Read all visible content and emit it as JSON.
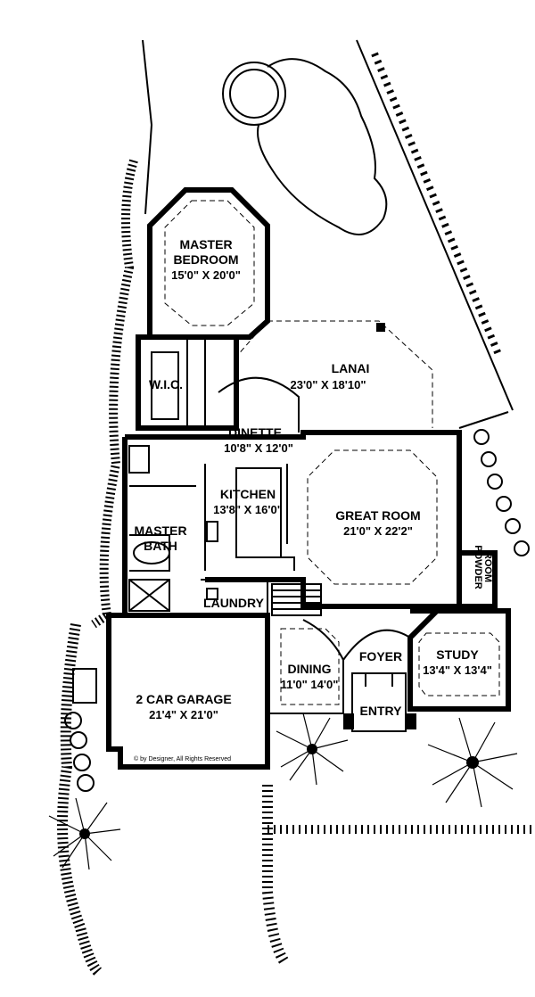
{
  "colors": {
    "ink": "#000000",
    "paper": "#ffffff"
  },
  "rooms": {
    "master_bedroom": {
      "name_line1": "MASTER",
      "name_line2": "BEDROOM",
      "dims": "15'0\" X 20'0\""
    },
    "lanai": {
      "name": "LANAI",
      "dims": "23'0\" X 18'10\""
    },
    "wic": {
      "name": "W.I.C."
    },
    "dinette": {
      "name": "DINETTE",
      "dims": "10'8\" X 12'0\""
    },
    "kitchen": {
      "name": "KITCHEN",
      "dims": "13'8\" X 16'0\""
    },
    "great_room": {
      "name": "GREAT ROOM",
      "dims": "21'0\" X 22'2\""
    },
    "master_bath": {
      "name_line1": "MASTER",
      "name_line2": "BATH"
    },
    "powder_room": {
      "name_line1": "POWDER",
      "name_line2": "ROOM"
    },
    "laundry": {
      "name": "LAUNDRY"
    },
    "study": {
      "name": "STUDY",
      "dims": "13'4\" X 13'4\""
    },
    "foyer": {
      "name": "FOYER"
    },
    "dining": {
      "name": "DINING",
      "dims": "11'0\" 14'0\""
    },
    "entry": {
      "name": "ENTRY"
    },
    "garage": {
      "name": "2 CAR GARAGE",
      "dims": "21'4\" X 21'0\""
    }
  },
  "copyright": "© by Designer, All Rights Reserved"
}
